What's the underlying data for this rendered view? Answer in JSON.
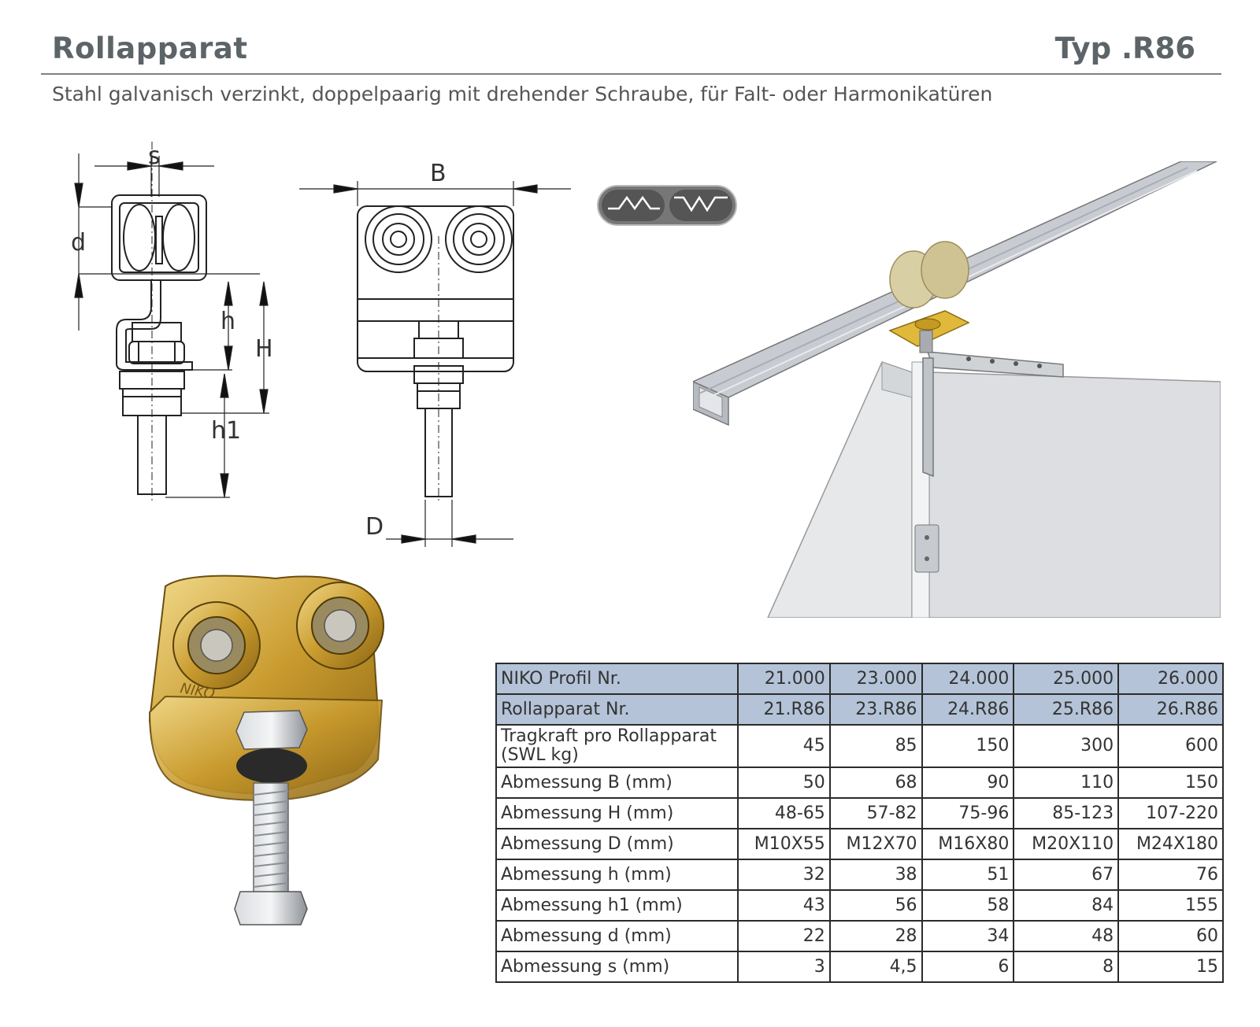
{
  "header": {
    "title": "Rollapparat",
    "type_label": "Typ .R86",
    "subtitle": "Stahl galvanisch verzinkt, doppelpaarig mit drehender Schraube, für Falt- oder Harmonikatüren"
  },
  "drawing": {
    "side_labels": {
      "s": "s",
      "d": "d",
      "h": "h",
      "H": "H",
      "h1": "h1"
    },
    "front_labels": {
      "B": "B",
      "D": "D"
    },
    "badge_icons": [
      "track-profile-icon",
      "track-profile-icon"
    ],
    "photo_brand": "NIKO"
  },
  "table": {
    "rows": [
      {
        "label": "NIKO Profil Nr.",
        "values": [
          "21.000",
          "23.000",
          "24.000",
          "25.000",
          "26.000"
        ],
        "header": true
      },
      {
        "label": "Rollapparat Nr.",
        "values": [
          "21.R86",
          "23.R86",
          "24.R86",
          "25.R86",
          "26.R86"
        ],
        "header": true
      },
      {
        "label": "Tragkraft pro Rollapparat (SWL kg)",
        "values": [
          "45",
          "85",
          "150",
          "300",
          "600"
        ]
      },
      {
        "label": "Abmessung B (mm)",
        "values": [
          "50",
          "68",
          "90",
          "110",
          "150"
        ]
      },
      {
        "label": "Abmessung H (mm)",
        "values": [
          "48-65",
          "57-82",
          "75-96",
          "85-123",
          "107-220"
        ]
      },
      {
        "label": "Abmessung D (mm)",
        "values": [
          "M10X55",
          "M12X70",
          "M16X80",
          "M20X110",
          "M24X180"
        ]
      },
      {
        "label": "Abmessung h (mm)",
        "values": [
          "32",
          "38",
          "51",
          "67",
          "76"
        ]
      },
      {
        "label": "Abmessung h1 (mm)",
        "values": [
          "43",
          "56",
          "58",
          "84",
          "155"
        ]
      },
      {
        "label": "Abmessung d (mm)",
        "values": [
          "22",
          "28",
          "34",
          "48",
          "60"
        ]
      },
      {
        "label": "Abmessung s (mm)",
        "values": [
          "3",
          "4,5",
          "6",
          "8",
          "15"
        ]
      }
    ]
  }
}
